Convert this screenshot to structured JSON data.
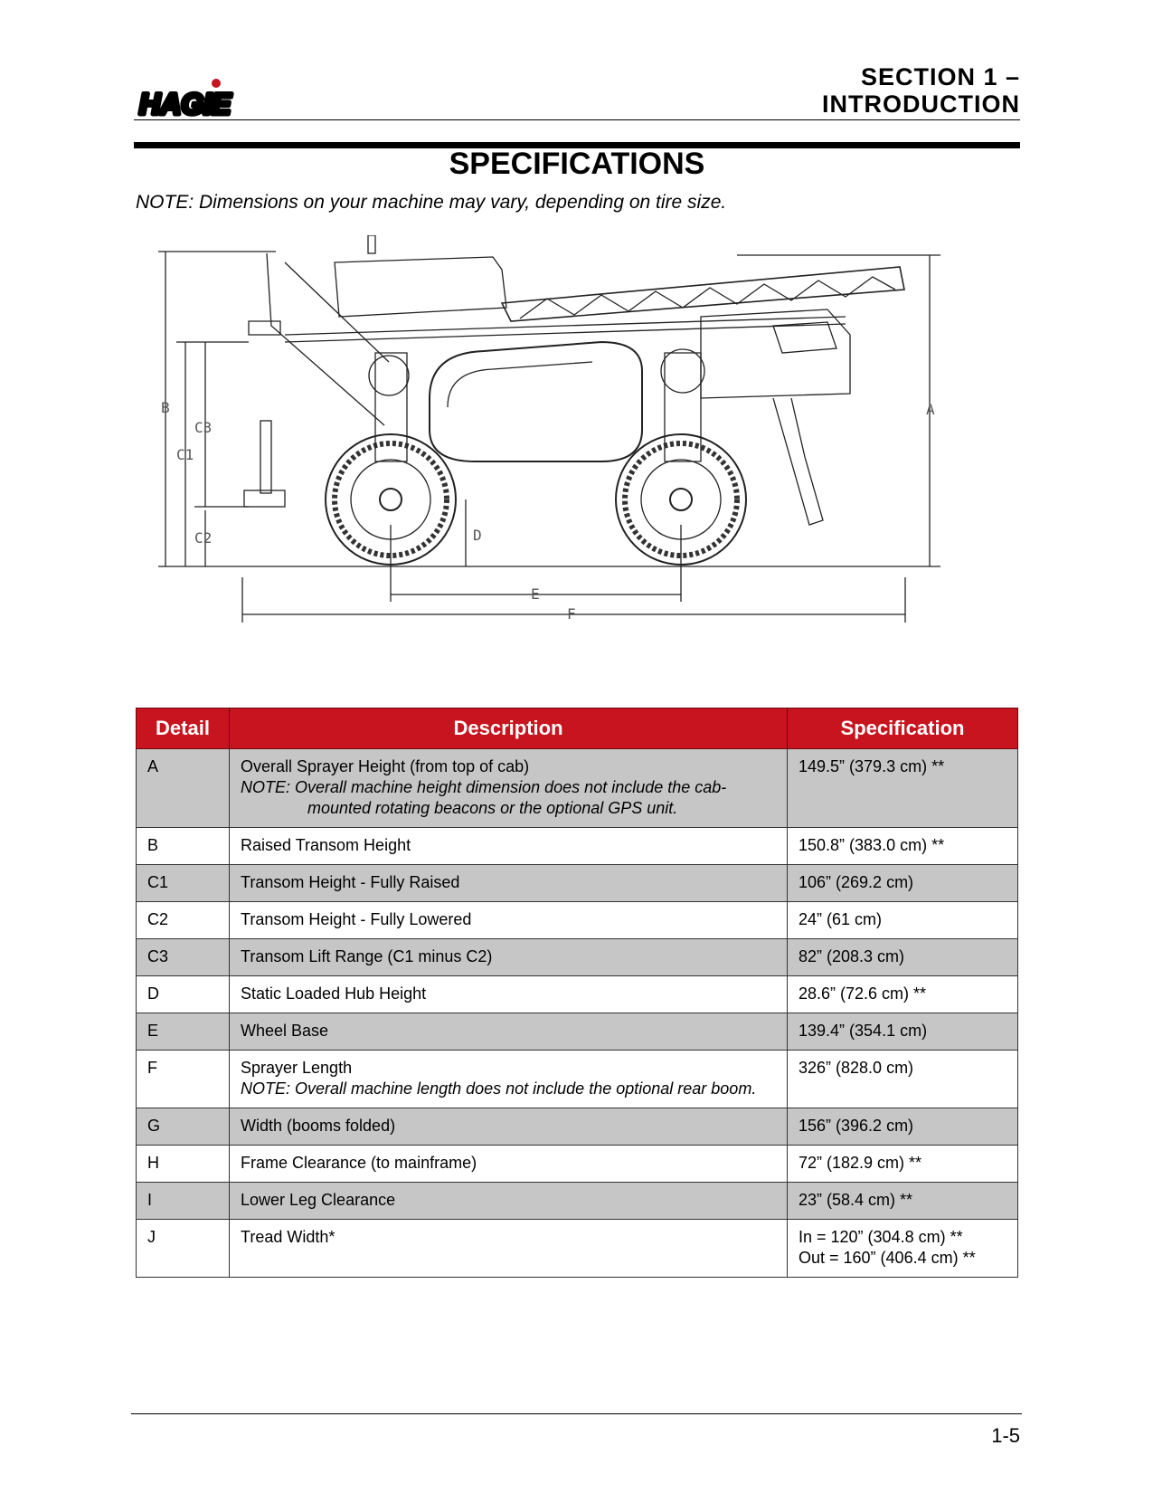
{
  "header": {
    "brand": "HAGIE",
    "section_line1": "SECTION 1 –",
    "section_line2": "INTRODUCTION"
  },
  "page_title": "SPECIFICATIONS",
  "note": "NOTE: Dimensions on your machine may vary, depending on tire size.",
  "diagram_labels": {
    "a": "A",
    "b": "B",
    "c1": "C1",
    "c2": "C2",
    "c3": "C3",
    "d": "D",
    "e": "E",
    "f": "F"
  },
  "table": {
    "headers": {
      "detail": "Detail",
      "description": "Description",
      "specification": "Specification"
    },
    "rows": [
      {
        "detail": "A",
        "description": "Overall Sprayer Height (from top of cab)",
        "note1": "NOTE: Overall machine height dimension does not include the cab-",
        "note2": "mounted rotating beacons or the optional GPS unit.",
        "spec": "149.5” (379.3 cm) **"
      },
      {
        "detail": "B",
        "description": "Raised Transom Height",
        "spec": "150.8” (383.0 cm) **"
      },
      {
        "detail": "C1",
        "description": "Transom Height - Fully Raised",
        "spec": "106” (269.2 cm)"
      },
      {
        "detail": "C2",
        "description": "Transom Height - Fully Lowered",
        "spec": "24” (61 cm)"
      },
      {
        "detail": "C3",
        "description": "Transom Lift Range (C1 minus C2)",
        "spec": "82” (208.3 cm)"
      },
      {
        "detail": "D",
        "description": "Static Loaded Hub Height",
        "spec": "28.6” (72.6 cm) **"
      },
      {
        "detail": "E",
        "description": "Wheel Base",
        "spec": "139.4” (354.1 cm)"
      },
      {
        "detail": "F",
        "description": "Sprayer Length",
        "note1": "NOTE: Overall machine length does not include the optional rear boom.",
        "spec": "326” (828.0 cm)"
      },
      {
        "detail": "G",
        "description": "Width (booms folded)",
        "spec": "156” (396.2 cm)"
      },
      {
        "detail": "H",
        "description": "Frame Clearance (to mainframe)",
        "spec": "72” (182.9 cm) **"
      },
      {
        "detail": "I",
        "description": "Lower Leg Clearance",
        "spec": "23” (58.4 cm) **"
      },
      {
        "detail": "J",
        "description": "Tread Width*",
        "spec": "In = 120” (304.8 cm) **",
        "spec2": "Out = 160” (406.4 cm) **"
      }
    ]
  },
  "page_number": "1-5"
}
